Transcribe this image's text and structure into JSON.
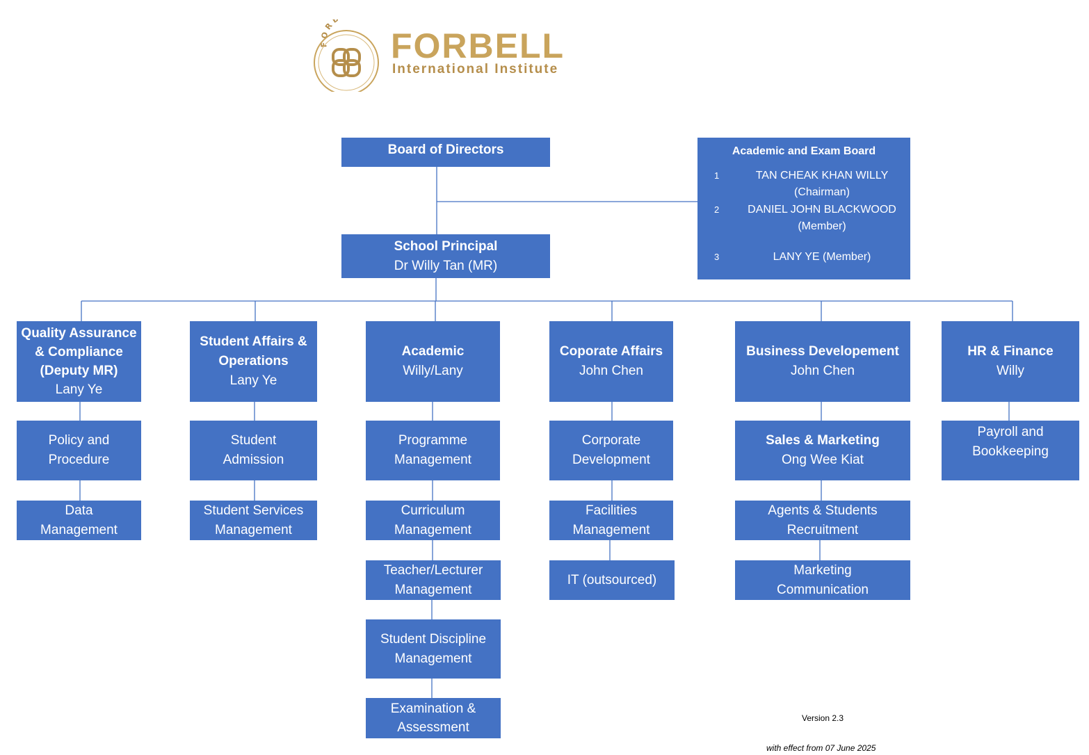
{
  "logo": {
    "arc_text": "FORBELL",
    "name": "FORBELL",
    "subtitle": "International Institute",
    "color_gold": "#c9a45c"
  },
  "colors": {
    "box": "#4472c4",
    "box_text": "#ffffff",
    "line": "#4472c4"
  },
  "board_of_directors": {
    "title": "Board of Directors"
  },
  "exam_board": {
    "title": "Academic and Exam Board",
    "members": [
      {
        "num": "1",
        "text": "TAN CHEAK KHAN WILLY\n(Chairman)"
      },
      {
        "num": "2",
        "text": "DANIEL JOHN BLACKWOOD\n(Member)"
      },
      {
        "num": "3",
        "text": "LANY YE (Member)"
      }
    ]
  },
  "principal": {
    "title": "School Principal",
    "name": "Dr Willy Tan (MR)"
  },
  "departments": [
    {
      "title": "Quality Assurance\n& Compliance\n(Deputy MR)",
      "name": "Lany Ye",
      "subs": [
        "Policy and\nProcedure",
        "Data\nManagement"
      ]
    },
    {
      "title": "Student Affairs &\nOperations",
      "name": "Lany Ye",
      "subs": [
        "Student\nAdmission",
        "Student Services\nManagement"
      ]
    },
    {
      "title": "Academic",
      "name": "Willy/Lany",
      "subs": [
        "Programme\nManagement",
        "Curriculum\nManagement",
        "Teacher/Lecturer\nManagement",
        "Student Discipline\nManagement",
        "Examination &\nAssessment"
      ]
    },
    {
      "title": "Coporate Affairs",
      "name": "John Chen",
      "subs": [
        "Corporate\nDevelopment",
        "Facilities\nManagement",
        "IT (outsourced)"
      ]
    },
    {
      "title": "Business Developement",
      "name": "John Chen",
      "subs": [
        {
          "title": "Sales & Marketing",
          "name": "Ong Wee Kiat"
        },
        "Agents & Students\nRecruitment",
        "Marketing\nCommunication"
      ]
    },
    {
      "title": "HR & Finance",
      "name": "Willy",
      "subs": [
        "Payroll and\nBookkeeping"
      ]
    }
  ],
  "footer": {
    "version": "Version 2.3",
    "effective": "with effect from 07 June 2025"
  }
}
